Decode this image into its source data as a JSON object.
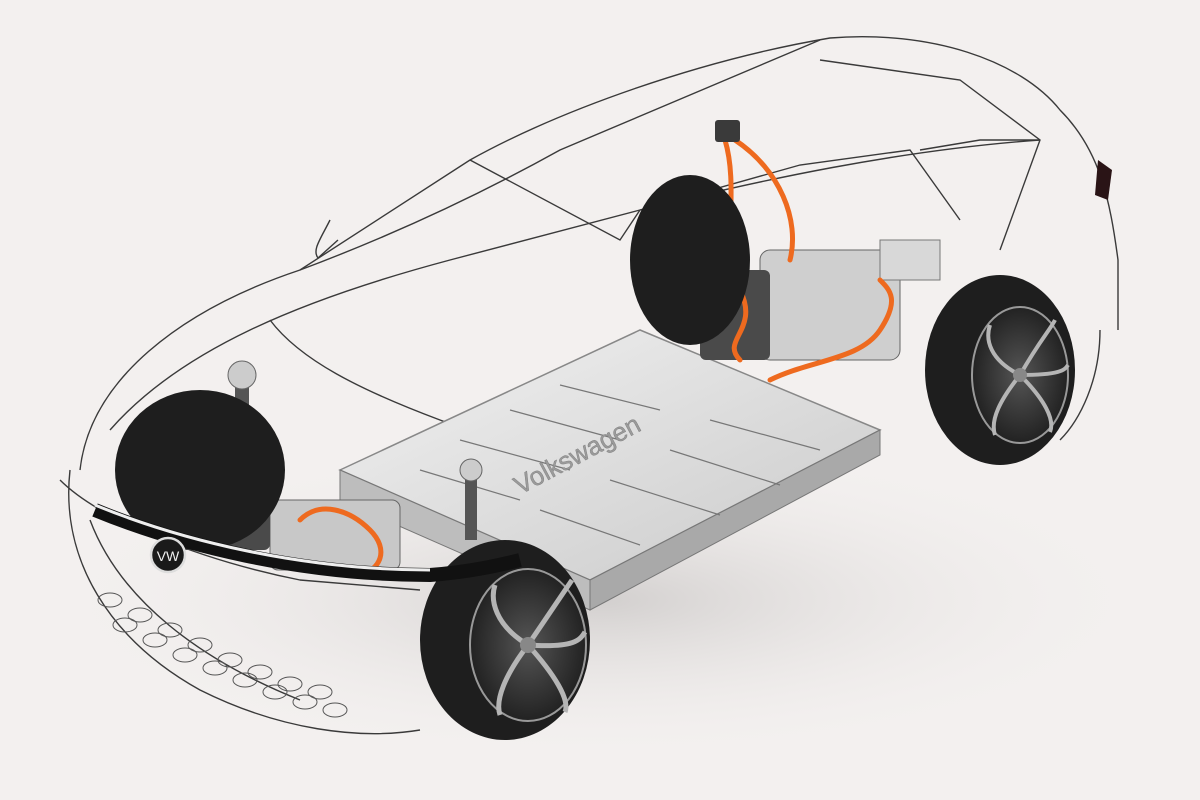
{
  "image": {
    "subject": "Electric vehicle chassis cutaway render with transparent wireframe body",
    "background_color": "#f3f0ef"
  },
  "battery": {
    "label": "Volkswagen",
    "color": "#dcdcdc"
  },
  "colors": {
    "outline": "#3a3a3a",
    "high_voltage_cable": "#ee6a1f",
    "tire": "#1e1e1e",
    "rim": "#8a8a8a",
    "taillight": "#2a1416"
  },
  "badges": {
    "front_logo": "VW"
  }
}
